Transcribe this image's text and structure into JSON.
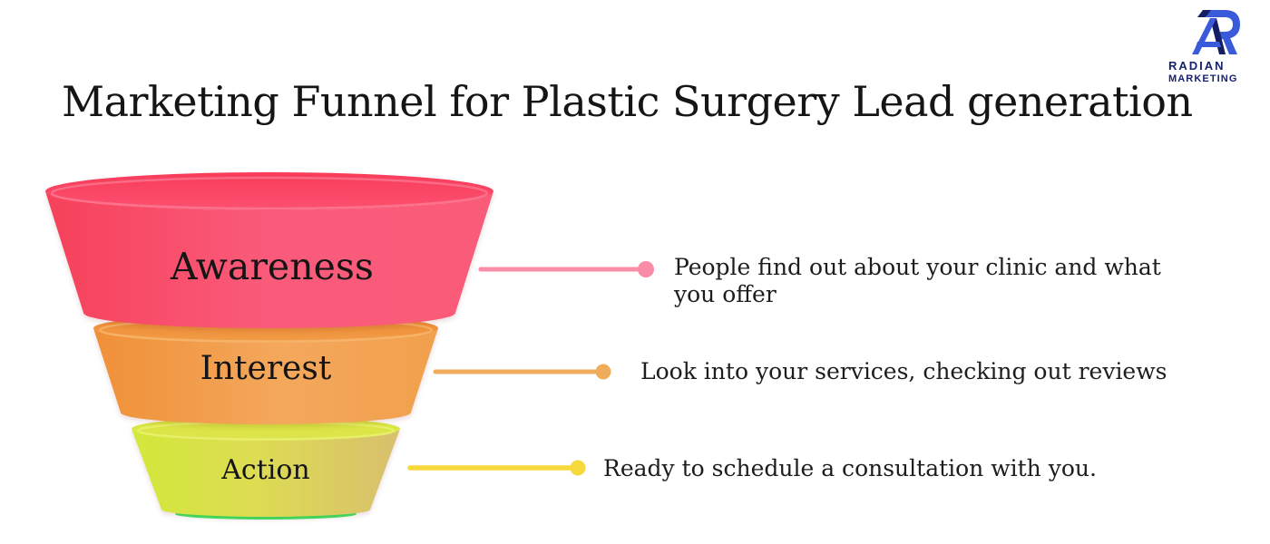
{
  "title": "Marketing Funnel for Plastic Surgery Lead generation",
  "logo": {
    "monogram": "AR",
    "name_line1": "RADIAN",
    "name_line2": "MARKETING",
    "brand_blue": "#3A5BD9",
    "brand_navy": "#16226E"
  },
  "chart_data": {
    "type": "funnel",
    "title": "Marketing Funnel for Plastic Surgery Lead generation",
    "stages": [
      {
        "label": "Awareness",
        "description": "People find out about your clinic and what you offer",
        "body_color_left": "#F6415A",
        "body_color_right": "#F95B78",
        "top_color": "#F93C5A",
        "rim_color": "#FE8EA6",
        "connector_color": "#F98CA6"
      },
      {
        "label": "Interest",
        "description": "Look into your services, checking out reviews",
        "body_color_left": "#EF9038",
        "body_color_right": "#F1A04C",
        "top_color": "#ED8A2E",
        "rim_color": "#F9C37C",
        "connector_color": "#EFAC5B"
      },
      {
        "label": "Action",
        "description": "Ready to schedule a consultation with you.",
        "body_color_left": "#D2E83A",
        "body_color_right": "#D8BF6E",
        "top_color": "#D7E93C",
        "rim_color": "#EDF676",
        "connector_color": "#F8D93C"
      }
    ],
    "base_color": "#3EE961"
  }
}
